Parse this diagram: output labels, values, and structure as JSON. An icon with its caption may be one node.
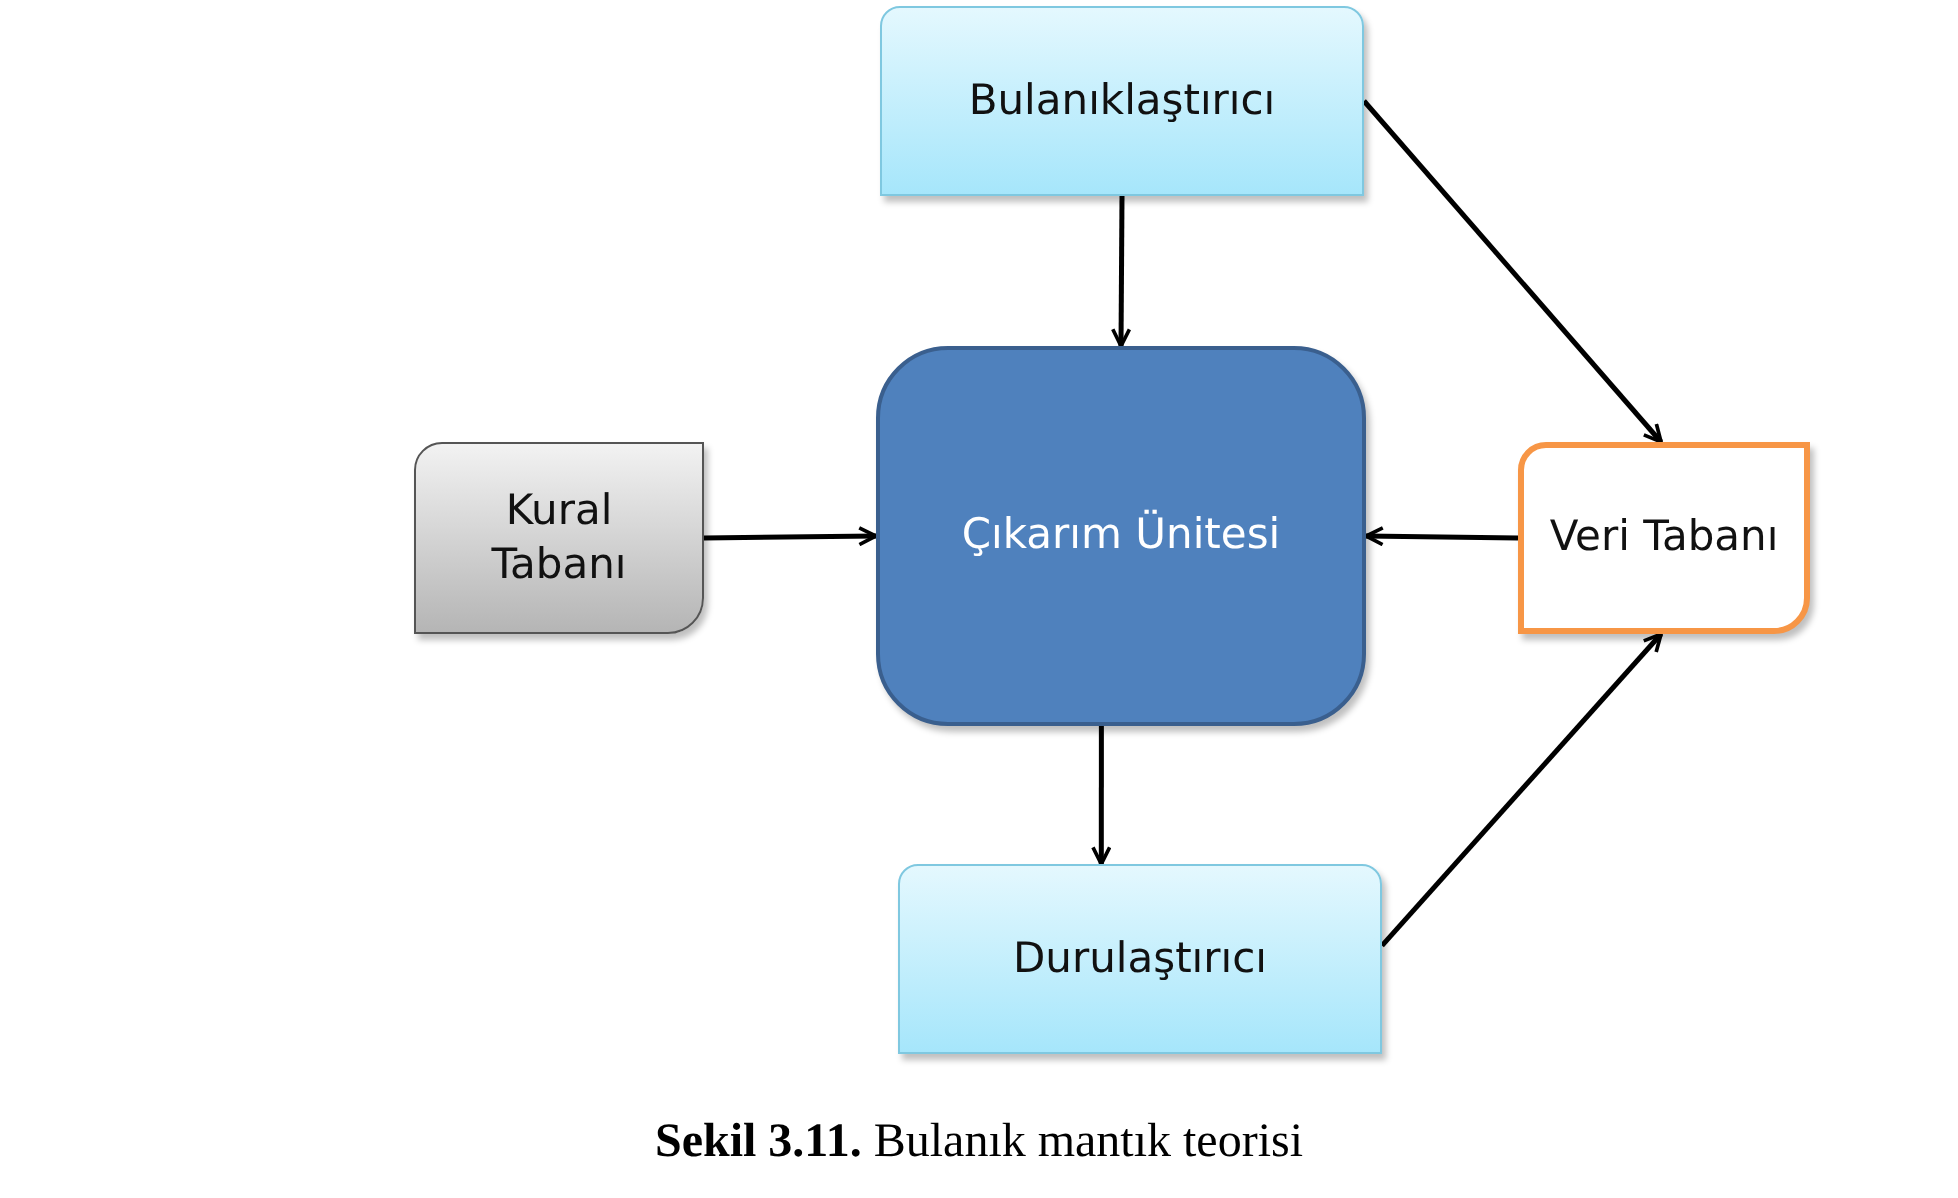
{
  "diagram": {
    "caption": "**Sekil 3.11.** Bulanık mantık teorisi",
    "nodes": [
      {
        "text": [
          "Bulanıklaştırıcı"
        ]
      },
      {
        "text": [
          "Çıkarım Ünitesi"
        ]
      },
      {
        "text": [
          "Kural Tabanı"
        ]
      },
      {
        "text": [
          "Veri Tabanı"
        ]
      },
      {
        "text": [
          "Durulaştırıcı"
        ]
      }
    ],
    "edges": [
      {
        "from": 0,
        "to": 1,
        "arrow": "to"
      },
      {
        "from": 0,
        "to": 3,
        "arrow": "to"
      },
      {
        "from": 2,
        "to": 1,
        "arrow": "to"
      },
      {
        "from": 3,
        "to": 1,
        "arrow": "to"
      },
      {
        "from": 1,
        "to": 4,
        "arrow": "to"
      },
      {
        "from": 4,
        "to": 3,
        "arrow": "to"
      }
    ]
  }
}
